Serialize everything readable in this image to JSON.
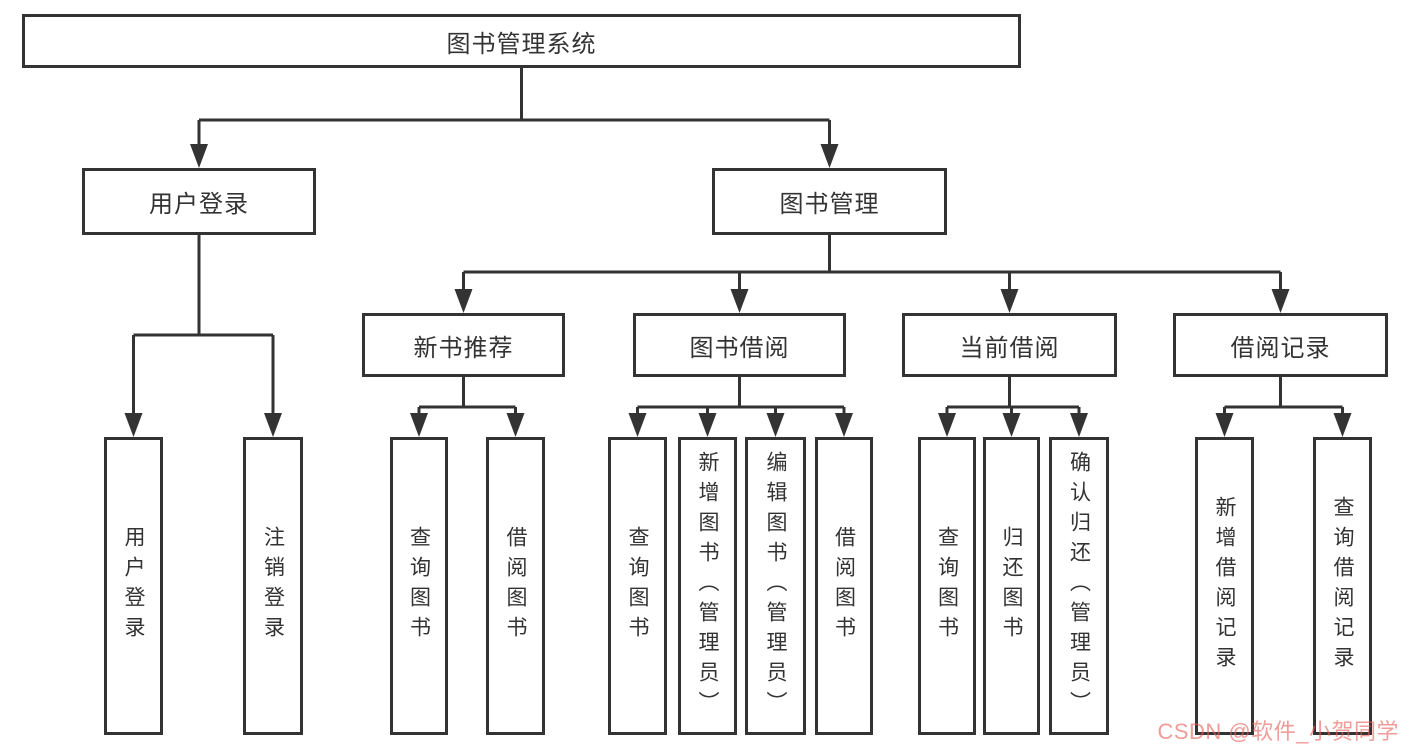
{
  "diagram_title": "图书管理系统",
  "tree": {
    "root": {
      "label": "图书管理系统"
    },
    "branches": [
      {
        "label": "用户登录",
        "children": [
          {
            "label": "用户登录"
          },
          {
            "label": "注销登录"
          }
        ]
      },
      {
        "label": "图书管理",
        "children": [
          {
            "label": "新书推荐",
            "children": [
              {
                "label": "查询图书"
              },
              {
                "label": "借阅图书"
              }
            ]
          },
          {
            "label": "图书借阅",
            "children": [
              {
                "label": "查询图书"
              },
              {
                "label": "新增图书（管理员）"
              },
              {
                "label": "编辑图书（管理员）"
              },
              {
                "label": "借阅图书"
              }
            ]
          },
          {
            "label": "当前借阅",
            "children": [
              {
                "label": "查询图书"
              },
              {
                "label": "归还图书"
              },
              {
                "label": "确认归还（管理员）"
              }
            ]
          },
          {
            "label": "借阅记录",
            "children": [
              {
                "label": "新增借阅记录"
              },
              {
                "label": "查询借阅记录"
              }
            ]
          }
        ]
      }
    ]
  },
  "watermark": {
    "text": "CSDN @软件_小贺同学",
    "color": "#e8605c"
  },
  "colors": {
    "line": "#333333",
    "node_border": "#333333",
    "text": "#333333",
    "background": "#ffffff"
  }
}
